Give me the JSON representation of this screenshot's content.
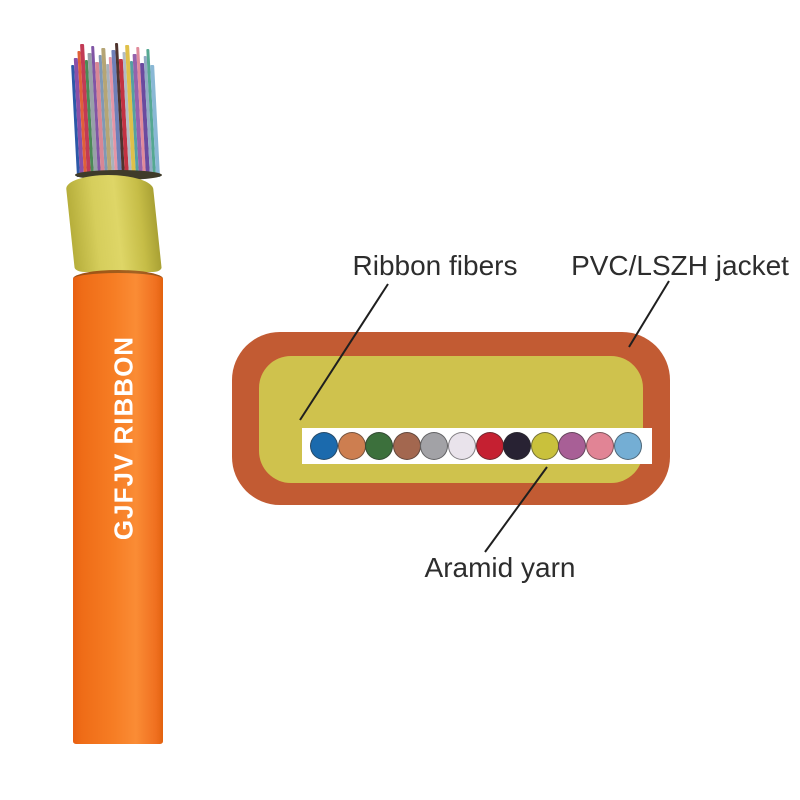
{
  "scene": {
    "background": "#ffffff"
  },
  "cable": {
    "print_label": "GJFJV RIBBON",
    "print_label_color": "#ffffff",
    "jacket_color": "#f5781f",
    "buffer_color": "#cfc64f",
    "fiber_strand_colors": [
      "#2b59a8",
      "#8a50a8",
      "#e06038",
      "#c23a55",
      "#4a8a55",
      "#98a0a8",
      "#8055a5",
      "#d88795",
      "#7f98b5",
      "#b5a575",
      "#a8b2bc",
      "#e595a5",
      "#6f80b8",
      "#4f342e",
      "#c23242",
      "#b2bcc5",
      "#dfc04a",
      "#55a0a2",
      "#9562ac",
      "#e08a9a",
      "#6a4a9f",
      "#92aac5",
      "#55a892",
      "#8ab8d5"
    ]
  },
  "cross_section": {
    "annotations": {
      "ribbon_fibers": "Ribbon fibers",
      "jacket": "PVC/LSZH jacket",
      "aramid_yarn": "Aramid yarn"
    },
    "colors": {
      "jacket": "#c25b33",
      "aramid_yarn": "#cfc24d",
      "ribbon_strip": "#ffffff",
      "annotation_text": "#2d2d2d",
      "leader_line": "#1f1f1f"
    },
    "ribbon_fibers": [
      {
        "name": "blue",
        "color": "#1b6aad"
      },
      {
        "name": "orange",
        "color": "#cd7e50"
      },
      {
        "name": "green",
        "color": "#3c703c"
      },
      {
        "name": "brown",
        "color": "#a3674f"
      },
      {
        "name": "slate",
        "color": "#a2a2a6"
      },
      {
        "name": "white",
        "color": "#e9e3eb"
      },
      {
        "name": "red",
        "color": "#c52031"
      },
      {
        "name": "black",
        "color": "#282233"
      },
      {
        "name": "yellow",
        "color": "#c9c13c"
      },
      {
        "name": "violet",
        "color": "#a85f96"
      },
      {
        "name": "rose",
        "color": "#e18495"
      },
      {
        "name": "aqua",
        "color": "#74aed4"
      }
    ]
  }
}
